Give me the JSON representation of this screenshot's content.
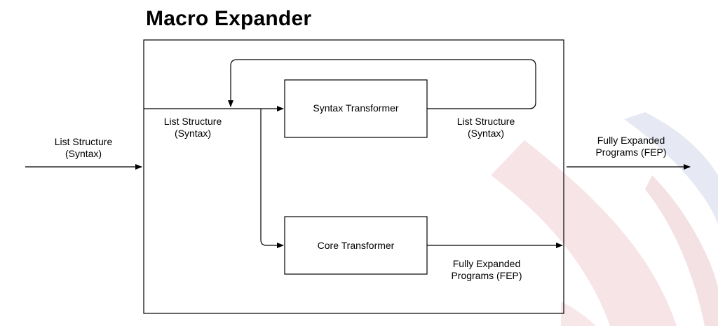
{
  "title": "Macro Expander",
  "boxes": {
    "syntax_transformer": "Syntax Transformer",
    "core_transformer": "Core Transformer"
  },
  "labels": {
    "input": "List Structure\n(Syntax)",
    "inner_input": "List Structure\n(Syntax)",
    "syntax_output": "List Structure\n(Syntax)",
    "core_output": "Fully Expanded\nPrograms (FEP)",
    "final_output": "Fully Expanded\nPrograms (FEP)"
  },
  "colors": {
    "line": "#000000",
    "background": "#ffffff",
    "watermark_red": "#f6e4e6",
    "watermark_blue": "#e6e9f3"
  }
}
